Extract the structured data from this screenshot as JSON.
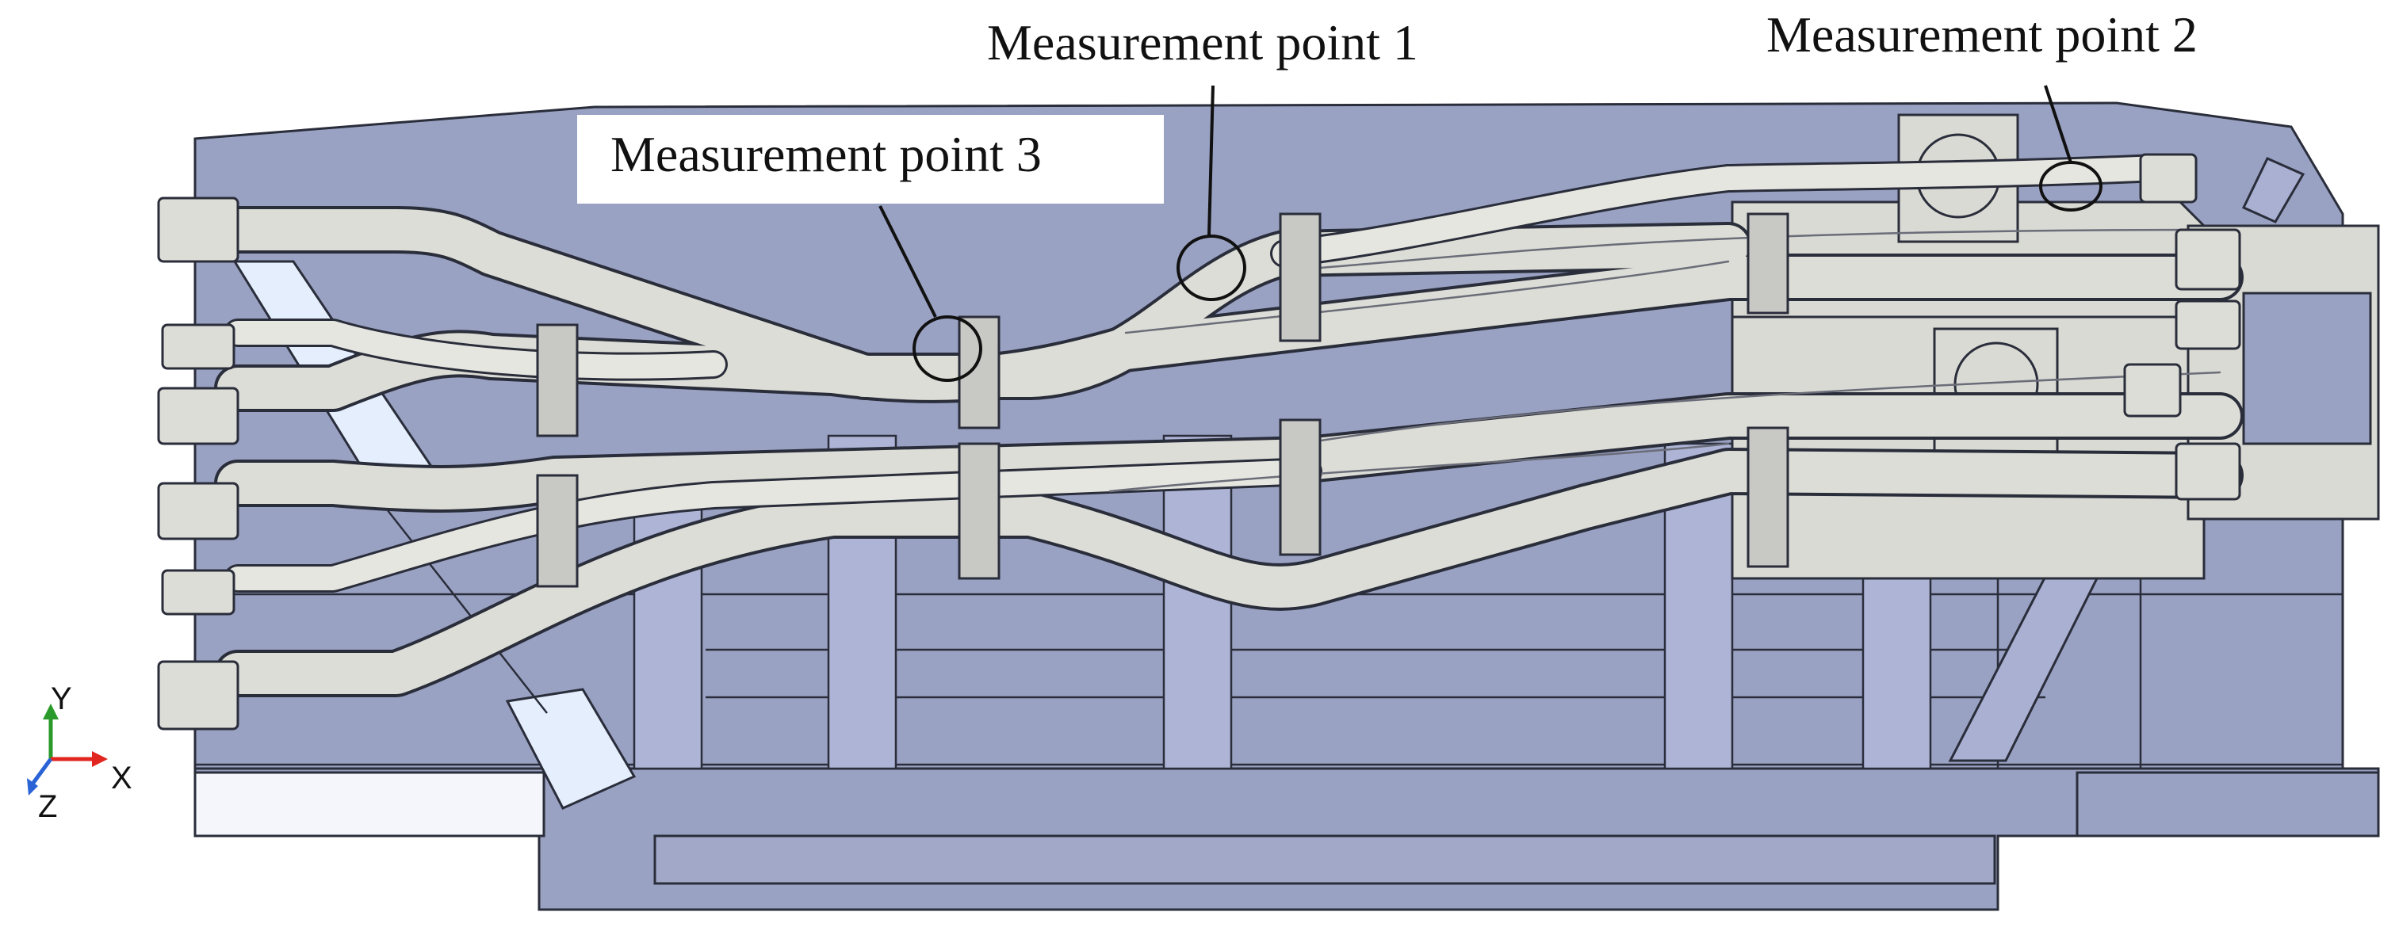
{
  "callouts": {
    "point1": "Measurement point 1",
    "point2": "Measurement point 2",
    "point3": "Measurement point 3"
  },
  "axes": {
    "x": "X",
    "y": "Y",
    "z": "Z"
  },
  "colors": {
    "panel_fill": "#9aa2c3",
    "panel_stroke": "#2a2d3a",
    "pipe_fill": "#dcddd6",
    "bracket_fill": "#c8c8c4",
    "light_plate": "#e4eefc",
    "axis_x": "#e0261f",
    "axis_y": "#2a9a2a",
    "axis_z": "#2a63d6"
  }
}
